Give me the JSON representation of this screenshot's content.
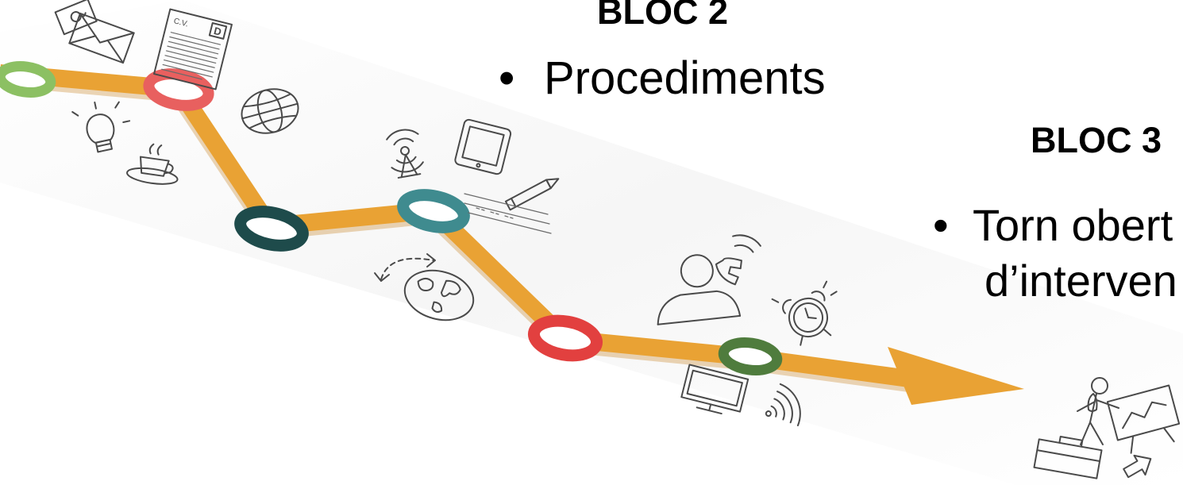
{
  "bloc2": {
    "heading": "BLOC 2",
    "bullet": "•",
    "item": "Procediments"
  },
  "bloc3": {
    "heading": "BLOC 3",
    "bullet": "•",
    "item_lines": [
      "Torn obert",
      "d’interven"
    ]
  },
  "roadmap": {
    "path_color": "#e9a234",
    "path_shadow_color": "#c9862a",
    "milestone_colors": [
      "#8cc063",
      "#e8605f",
      "#1e4b4b",
      "#3f8b8f",
      "#e2403f",
      "#4f7c3d"
    ]
  },
  "cv_document": {
    "label": "C.V.",
    "stamp_letter": "D"
  },
  "icons": [
    "envelope-icon",
    "cv-document-icon",
    "globe-icon",
    "lightbulb-icon",
    "coffee-cup-icon",
    "radio-tower-icon",
    "tablet-icon",
    "pencil-icon",
    "paper-lines-icon",
    "dashed-arrow-icon",
    "world-globe-icon",
    "person-icon",
    "phone-icon",
    "alarm-clock-icon",
    "monitor-icon",
    "wifi-icon",
    "presenter-icon",
    "toolbox-icon",
    "arrow-icon"
  ]
}
